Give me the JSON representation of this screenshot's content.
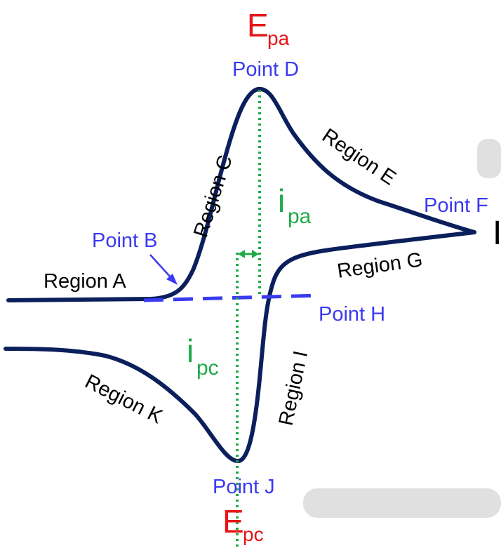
{
  "colors": {
    "curve": "#0b1f5c",
    "baseline": "#3a3af0",
    "measure": "#1faa4a",
    "potential": "#e81416",
    "point_label": "#3a3af0",
    "region_label": "#000000",
    "smudge": "#d8d8d8"
  },
  "labels": {
    "region_a": "Region A",
    "region_c": "Region C",
    "region_e": "Region E",
    "region_g": "Region G",
    "region_i": "Region I",
    "region_k": "Region K",
    "point_b": "Point B",
    "point_d": "Point D",
    "point_f": "Point F",
    "point_h": "Point H",
    "point_j": "Point J",
    "epa_main": "E",
    "epa_sub": "pa",
    "epc_main": "E",
    "epc_sub": "pc",
    "ipa_main": "i",
    "ipa_sub": "pa",
    "ipc_main": "i",
    "ipc_sub": "pc",
    "edge_char": "I"
  }
}
